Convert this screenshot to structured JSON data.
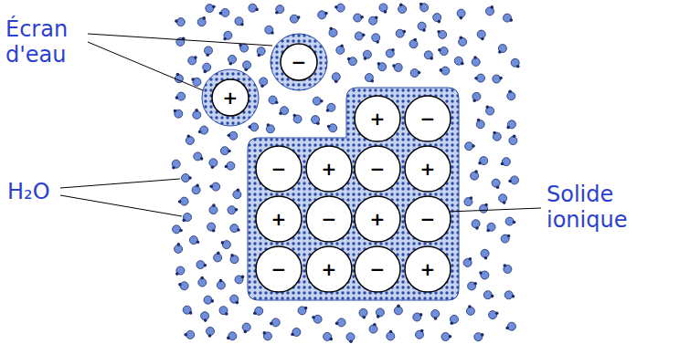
{
  "diagram": {
    "nodes": [
      {
        "text": [
          "−"
        ]
      },
      {
        "text": [
          "+"
        ]
      },
      {
        "text": [
          "+"
        ]
      },
      {
        "text": [
          "−"
        ]
      },
      {
        "text": [
          "−"
        ]
      },
      {
        "text": [
          "+"
        ]
      },
      {
        "text": [
          "−"
        ]
      },
      {
        "text": [
          "+"
        ]
      },
      {
        "text": [
          "+"
        ]
      },
      {
        "text": [
          "−"
        ]
      },
      {
        "text": [
          "+"
        ]
      },
      {
        "text": [
          "−"
        ]
      },
      {
        "text": [
          "−"
        ]
      },
      {
        "text": [
          "+"
        ]
      },
      {
        "text": [
          "−"
        ]
      },
      {
        "text": [
          "+"
        ]
      }
    ],
    "labels": [
      "Écran d'eau",
      "H₂O",
      "Solide ionique"
    ]
  }
}
